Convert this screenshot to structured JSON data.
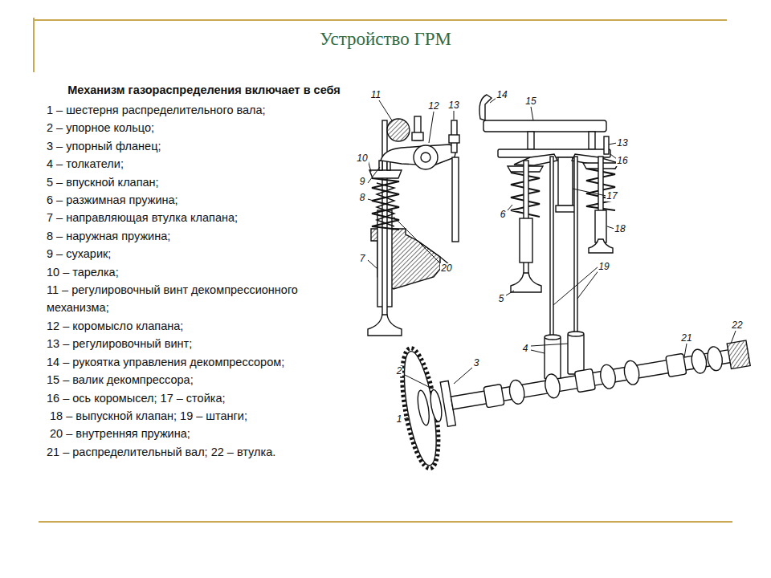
{
  "diagram": {
    "title": "Устройство ГРМ",
    "labels": [
      "Механизм газораспределения включает в себя",
      "1 – шестерня распределительного вала;",
      "2 – упорное кольцо;",
      "3 – упорный фланец;",
      "4 – толкатели;",
      "5 – впускной клапан;",
      "6 – разжимная пружина;",
      "7 – направляющая втулка клапана;",
      "8 – наружная пружина;",
      "9 – сухарик;",
      "10 – тарелка;",
      "11 – регулировочный винт декомпрессионного механизма;",
      "12 – коромысло клапана;",
      "13 – регулировочный винт;",
      "14 – рукоятка управления декомпрессором;",
      "15 – валик декомпрессора;",
      "16 – ось коромысел; 17 – стойка;",
      "18 – выпускной клапан; 19 – штанги;",
      "20 – внутренняя пружина;",
      "21 – распределительный вал; 22 – втулка.",
      "11",
      "12",
      "13",
      "10",
      "9",
      "8",
      "7",
      "20",
      "14",
      "15",
      "13",
      "16",
      "17",
      "6",
      "18",
      "19",
      "5",
      "4",
      "21",
      "22",
      "2",
      "3",
      "1"
    ]
  }
}
